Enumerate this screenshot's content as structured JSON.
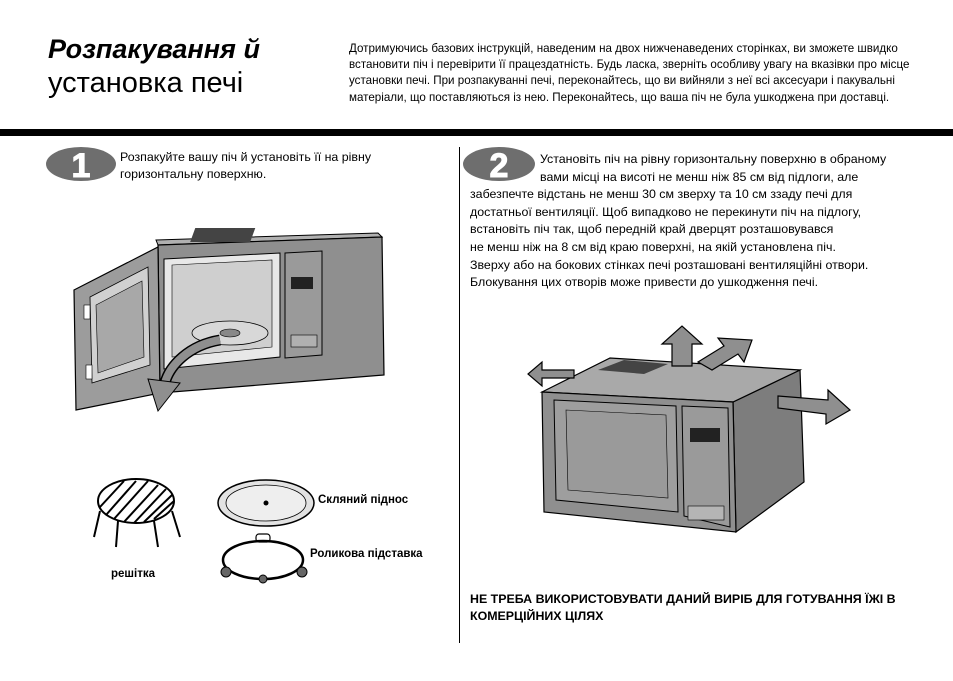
{
  "header": {
    "title_line1": "Розпакування й",
    "title_line2": "установка печі",
    "intro": "Дотримуючись базових інструкцій, наведеним на двох нижченаведених сторінках, ви зможете швидко встановити піч і перевірити її працездатність. Будь ласка, зверніть особливу увагу на вказівки про місце установки печі. При розпакуванні печі, переконайтесь, що ви вийняли з неї всі аксесуари і пакувальні матеріали, що поставляються із нею. Переконайтесь, що ваша піч не була ушкоджена при доставці."
  },
  "step1": {
    "number": "1",
    "text": "Розпакуйте вашу піч й установіть її на рівну горизонтальну поверхню.",
    "labels": {
      "glass_tray": "Скляний піднос",
      "roller_rest": "Роликова підставка",
      "rack": "решітка"
    }
  },
  "step2": {
    "number": "2",
    "lines": [
      "Установіть піч на рівну горизонтальну поверхню в обраному",
      "вами місці на висоті не менш ніж 85 см від підлоги, але",
      "забезпечте відстань не менш 30 см зверху та 10 см ззаду печі для",
      "достатньої вентиляції.  Щоб випадково не перекинути піч на підлогу,",
      "встановіть піч так, щоб передній край дверцят розташовувався",
      "не менш ніж на 8 см від краю поверхні,  на якій установлена піч.",
      "Зверху або на бокових стінках печі розташовані вентиляційні отвори.",
      "Блокування цих отворів може привести до ушкодження печі."
    ]
  },
  "warning": "НЕ ТРЕБА ВИКОРИСТОВУВАТИ ДАНИЙ ВИРІБ ДЛЯ ГОТУВАННЯ ЇЖІ В КОМЕРЦІЙНИХ ЦІЛЯХ",
  "colors": {
    "oven_gray": "#8f8f8f",
    "badge_gray": "#6e6e6e",
    "rule": "#000000"
  }
}
